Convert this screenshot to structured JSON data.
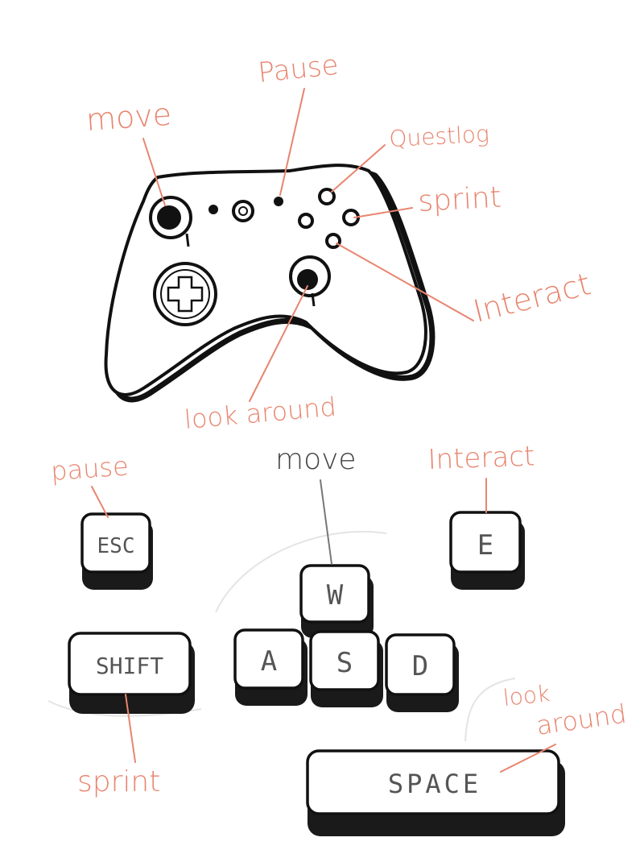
{
  "colors": {
    "ink": "#111111",
    "annotation": "#e8856f",
    "key_face": "#ffffff",
    "key_side": "#1a1a1a",
    "key_label": "#555555",
    "neutral_label": "#444444"
  },
  "controller": {
    "labels": {
      "move": "move",
      "pause": "Pause",
      "questlog": "Questlog",
      "sprint": "sprint",
      "interact": "Interact",
      "look_around": "look around"
    }
  },
  "keyboard": {
    "labels": {
      "pause": "pause",
      "move": "move",
      "interact": "Interact",
      "sprint": "sprint",
      "look": "look",
      "around": "around"
    },
    "keys": {
      "esc": "ESC",
      "e": "E",
      "w": "W",
      "a": "A",
      "s": "S",
      "d": "D",
      "shift": "SHIFT",
      "space": "SPACE"
    }
  }
}
